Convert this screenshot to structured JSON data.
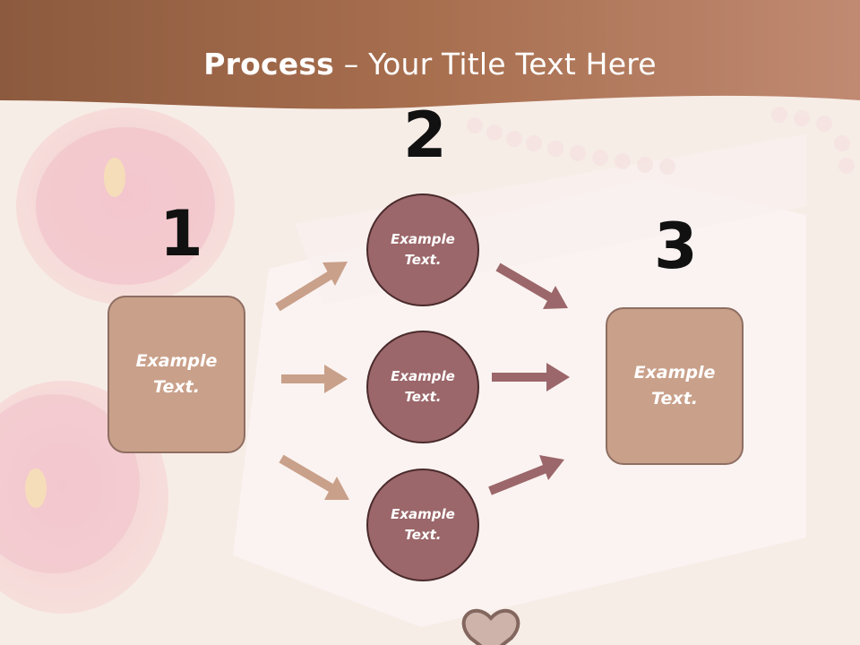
{
  "title": {
    "bold": "Process",
    "rest": " – Your Title Text Here"
  },
  "steps": {
    "one": "1",
    "two": "2",
    "three": "3"
  },
  "boxes": {
    "left": "Example\nText.",
    "right": "Example\nText."
  },
  "circles": {
    "top": "Example\nText.",
    "middle": "Example\nText.",
    "bottom": "Example\nText."
  },
  "colors": {
    "banner": "#a66e4e",
    "box_fill": "#c9a08a",
    "circle_fill": "#9b676a",
    "arrow_light": "#c9a08a",
    "arrow_dark": "#9b676a"
  }
}
